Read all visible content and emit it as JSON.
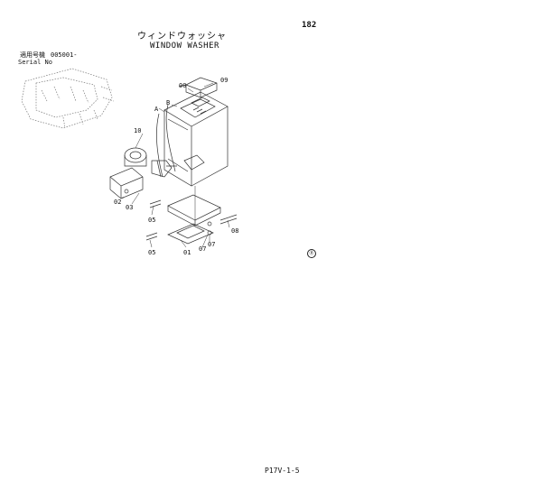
{
  "header": {
    "page_number": "182",
    "title_jp": "ウィンドウォッシャ",
    "title_en": "WINDOW WASHER"
  },
  "serial": {
    "label_jp": "適用号機",
    "value": "005001-",
    "label_en": "Serial No"
  },
  "callouts": [
    "09",
    "00",
    "B",
    "A",
    "10",
    "02",
    "03",
    "05",
    "08",
    "07",
    "05",
    "01",
    "07"
  ],
  "mark": "Ⓡ",
  "footer": {
    "code": "P17V-1-5"
  }
}
